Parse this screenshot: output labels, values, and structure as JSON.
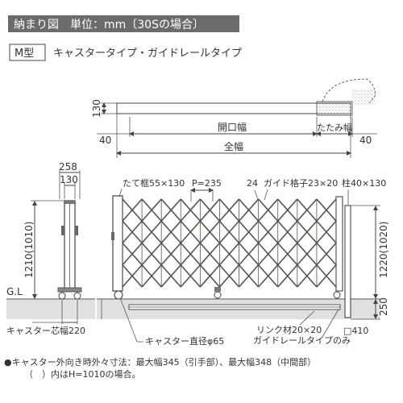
{
  "header": {
    "title": "納まり図　単位：mm〔30Sの場合〕"
  },
  "type_badge": "M型",
  "subtitle": "キャスタータイプ・ガイドレールタイプ",
  "plan_view": {
    "height_label": "130",
    "left_offset": "40",
    "right_offset": "40",
    "opening_label": "開口幅",
    "total_label": "全幅",
    "fold_label": "たたみ幅"
  },
  "side_view": {
    "width_outer": "258",
    "width_inner": "130",
    "height_label": "1210(1010)",
    "ground_label": "G.L",
    "caster_center_label": "キャスター芯幅220"
  },
  "elevation": {
    "frame_label": "たて框55×130",
    "pitch_label": "P=235",
    "small_dim": "24",
    "guide_lattice_label": "ガイド格子23×20",
    "post_label": "柱40×130",
    "height_label": "1220(1020)",
    "depth_label": "250",
    "link_label": "リンク材20×20",
    "guide_rail_label": "ガイドレールタイプのみ",
    "caster_diameter_label": "キャスター直径φ65",
    "rail_width_label": "□410"
  },
  "notes": [
    "●キャスター外向き時外々寸法：最大幅345（引手部）、最大幅348（中間部）",
    "（　）内はH=1010の場合。"
  ]
}
